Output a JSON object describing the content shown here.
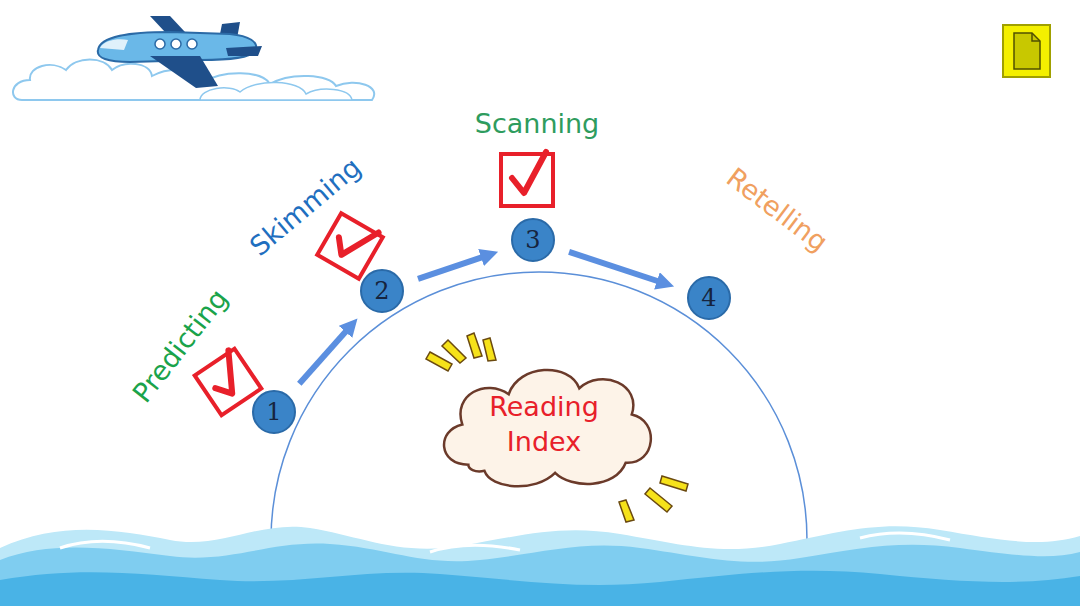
{
  "diagram": {
    "nodes": [
      {
        "text": [
          "Predicting",
          "1"
        ]
      },
      {
        "text": [
          "Skimming",
          "2"
        ]
      },
      {
        "text": [
          "Scanning",
          "3"
        ]
      },
      {
        "text": [
          "Retelling",
          "4"
        ]
      },
      {
        "text": [
          "Reading Index"
        ]
      }
    ],
    "edges": [
      {
        "from": 0,
        "to": 1,
        "arrow": "to"
      },
      {
        "from": 1,
        "to": 2,
        "arrow": "to"
      },
      {
        "from": 2,
        "to": 3,
        "arrow": "to"
      }
    ]
  }
}
